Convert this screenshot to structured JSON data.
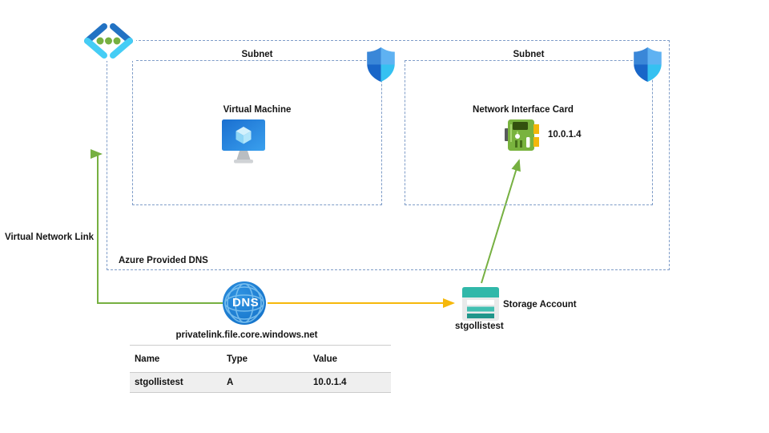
{
  "vnet": {
    "provided_dns_label": "Azure Provided DNS",
    "link_label": "Virtual Network Link",
    "subnets": [
      {
        "label": "Subnet",
        "resource": "Virtual Machine"
      },
      {
        "label": "Subnet",
        "resource": "Network Interface Card",
        "ip": "10.0.1.4"
      }
    ]
  },
  "dns": {
    "badge": "DNS",
    "zone": "privatelink.file.core.windows.net"
  },
  "storage": {
    "label": "Storage Account",
    "account_name": "stgollistest"
  },
  "record_table": {
    "headers": [
      "Name",
      "Type",
      "Value"
    ],
    "rows": [
      [
        "stgollistest",
        "A",
        "10.0.1.4"
      ]
    ]
  },
  "icons": {
    "virtual_network": "virtual-network-icon",
    "nsg_left": "nsg-shield-icon",
    "nsg_right": "nsg-shield-icon",
    "virtual_machine": "virtual-machine-icon",
    "network_interface": "nic-icon",
    "dns_globe": "dns-globe-icon",
    "storage_account": "storage-account-icon"
  },
  "colors": {
    "dashed_border": "#7e9cc8",
    "arrow_green": "#76b041",
    "arrow_yellow": "#f6b80b",
    "dns_blue": "#1a80d9",
    "storage_teal": "#31b8a9",
    "nic_green": "#79b33e",
    "table_row_bg": "#efefef"
  }
}
